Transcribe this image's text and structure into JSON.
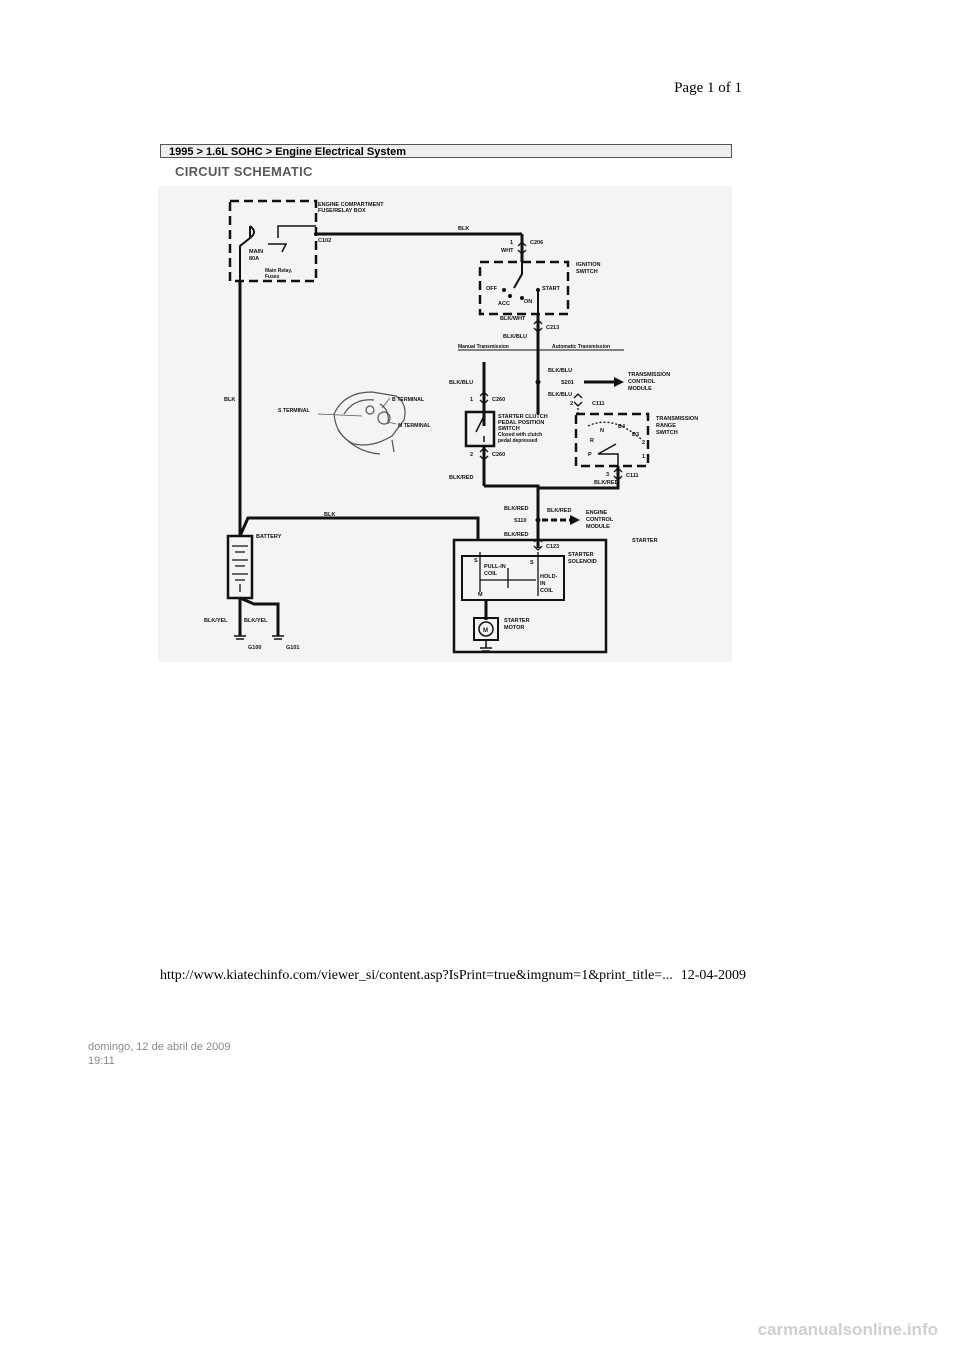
{
  "page_number": "Page 1 of 1",
  "breadcrumb": "1995 > 1.6L SOHC > Engine Electrical System",
  "section_title": "CIRCUIT SCHEMATIC",
  "diagram": {
    "fuse_box_title_1": "ENGINE COMPARTMENT",
    "fuse_box_title_2": "FUSE/RELAY BOX",
    "main_fuse_1": "MAIN",
    "main_fuse_2": "80A",
    "main_relay_1": "Main Relay,",
    "main_relay_2": "Fuses",
    "c102": "C102",
    "blk_top": "BLK",
    "pin_1_top": "1",
    "c206": "C206",
    "wht": "WHT",
    "ignition_1": "IGNITION",
    "ignition_2": "SWITCH",
    "off": "OFF",
    "acc": "ACC",
    "on": "ON",
    "start": "START",
    "blk_wht": "BLK/WHT",
    "c213": "C213",
    "blk_blu": "BLK/BLU",
    "manual_trans": "Manual Transmission",
    "auto_trans": "Automatic Transmission",
    "blk_left": "BLK",
    "s_terminal": "S TERMINAL",
    "b_terminal": "B TERMINAL",
    "m_terminal": "M TERMINAL",
    "blk_blu_left": "BLK/BLU",
    "pin_1_c260": "1",
    "c260_top": "C260",
    "clutch_1": "STARTER CLUTCH",
    "clutch_2": "PEDAL POSITION",
    "clutch_3": "SWITCH",
    "clutch_4": "Closed with clutch",
    "clutch_5": "pedal depressed",
    "pin_2_c260": "2",
    "c260_bottom": "C260",
    "blk_red_left": "BLK/RED",
    "blk_blu_s201": "BLK/BLU",
    "s201": "S201",
    "tcm_1": "TRANSMISSION",
    "tcm_2": "CONTROL",
    "tcm_3": "MODULE",
    "blk_blu_c111": "BLK/BLU",
    "pin_2_c111": "2",
    "c111_top": "C111",
    "trs_1": "TRANSMISSION",
    "trs_2": "RANGE",
    "trs_3": "SWITCH",
    "gear_r": "R",
    "gear_n": "N",
    "gear_d4": "D4",
    "gear_d3": "D3",
    "gear_2": "2",
    "gear_1": "1",
    "gear_p": "P",
    "pin_3_c111": "3",
    "c111_bottom": "C111",
    "blk_red_c111": "BLK/RED",
    "blk_red_s110": "BLK/RED",
    "blk_red_ecm": "BLK/RED",
    "s110": "S110",
    "ecm_1": "ENGINE",
    "ecm_2": "CONTROL",
    "ecm_3": "MODULE",
    "blk_red_c123": "BLK/RED",
    "c123": "C123",
    "blk_bottom": "BLK",
    "battery": "BATTERY",
    "starter": "STARTER",
    "solenoid_1": "STARTER",
    "solenoid_2": "SOLENOID",
    "s_left": "S",
    "s_right": "S",
    "pull_in_1": "PULL-IN",
    "pull_in_2": "COIL",
    "hold_in_1": "HOLD-",
    "hold_in_2": "IN",
    "hold_in_3": "COIL",
    "m_small": "M",
    "motor_1": "STARTER",
    "motor_2": "MOTOR",
    "motor_symbol": "M",
    "blk_yel_1": "BLK/YEL",
    "blk_yel_2": "BLK/YEL",
    "g100": "G100",
    "g101": "G101"
  },
  "url": "http://www.kiatechinfo.com/viewer_si/content.asp?IsPrint=true&imgnum=1&print_title=...",
  "print_date": "12-04-2009",
  "footer_date": "domingo, 12 de abril de 2009",
  "footer_time": "19:11",
  "watermark": "carmanualsonline.info"
}
